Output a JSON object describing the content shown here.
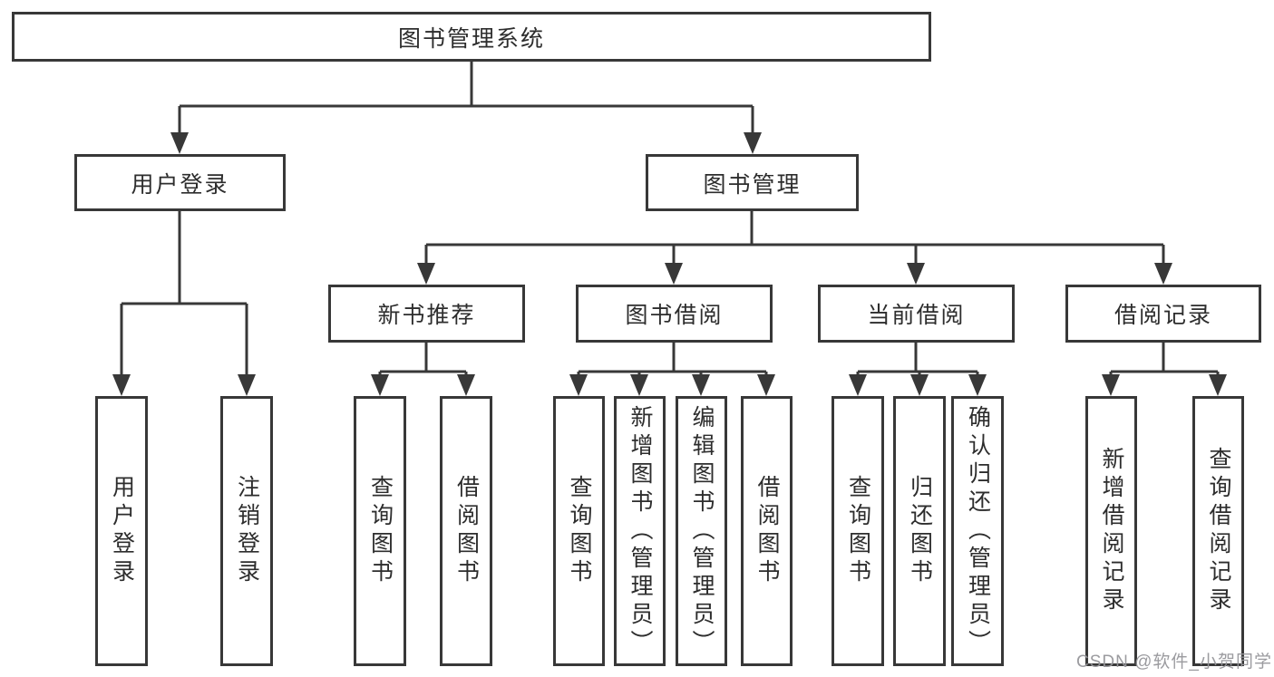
{
  "diagram_title": "图书管理系统",
  "colors": {
    "background": "#ffffff",
    "line": "#383838",
    "text": "#2d2d2d",
    "watermark": "#96969a"
  },
  "watermark": {
    "text": "CSDN @软件_小贺同学"
  },
  "nodes": {
    "root": {
      "label": "图书管理系统"
    },
    "user_login": {
      "label": "用户登录"
    },
    "book_mgmt": {
      "label": "图书管理"
    },
    "new_book_rec": {
      "label": "新书推荐"
    },
    "book_borrow": {
      "label": "图书借阅"
    },
    "current_borrow": {
      "label": "当前借阅"
    },
    "borrow_record": {
      "label": "借阅记录"
    },
    "leaf_user_login": {
      "label": "用户登录"
    },
    "leaf_logout": {
      "label": "注销登录"
    },
    "leaf_query_book_b": {
      "label": "查询图书"
    },
    "leaf_borrow_book_b": {
      "label": "借阅图书"
    },
    "leaf_query_book_c": {
      "label": "查询图书"
    },
    "leaf_add_book": {
      "label": "新增图书（管理员）"
    },
    "leaf_edit_book": {
      "label": "编辑图书（管理员）"
    },
    "leaf_borrow_book_c": {
      "label": "借阅图书"
    },
    "leaf_query_book_d": {
      "label": "查询图书"
    },
    "leaf_return_book": {
      "label": "归还图书"
    },
    "leaf_confirm_return": {
      "label": "确认归还（管理员）"
    },
    "leaf_add_record": {
      "label": "新增借阅记录"
    },
    "leaf_query_record": {
      "label": "查询借阅记录"
    }
  },
  "hierarchy": {
    "图书管理系统": {
      "用户登录": [
        "用户登录",
        "注销登录"
      ],
      "图书管理": {
        "新书推荐": [
          "查询图书",
          "借阅图书"
        ],
        "图书借阅": [
          "查询图书",
          "新增图书（管理员）",
          "编辑图书（管理员）",
          "借阅图书"
        ],
        "当前借阅": [
          "查询图书",
          "归还图书",
          "确认归还（管理员）"
        ],
        "借阅记录": [
          "新增借阅记录",
          "查询借阅记录"
        ]
      }
    }
  }
}
